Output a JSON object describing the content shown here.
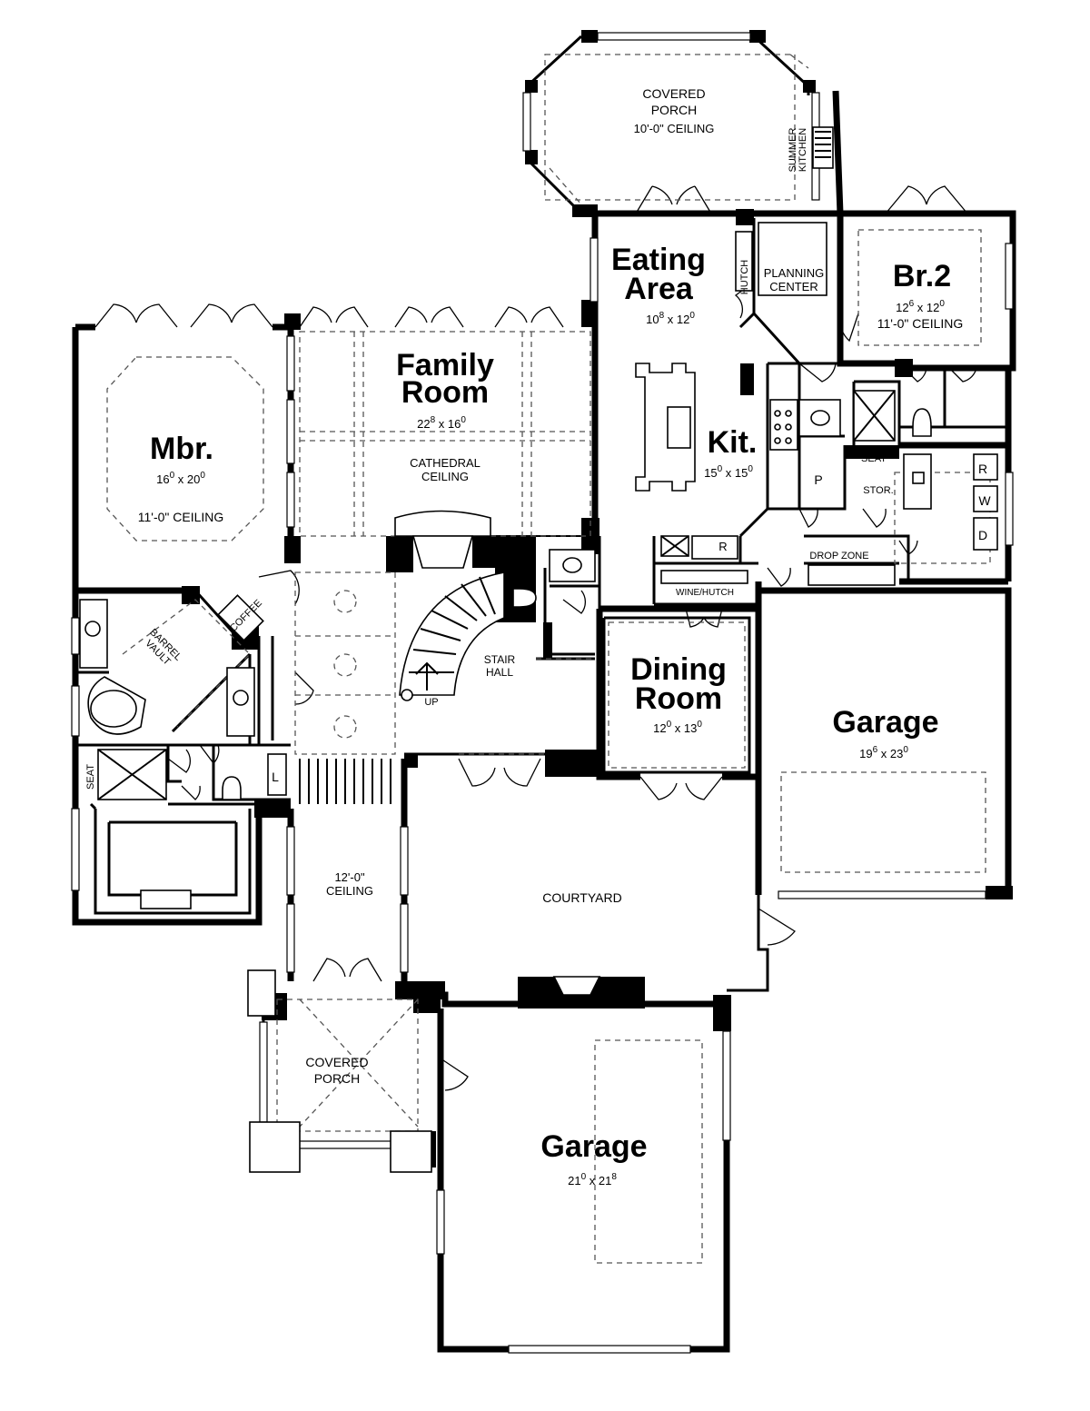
{
  "rooms": {
    "covered_porch_top": {
      "name": "COVERED\nPORCH",
      "note": "10'-0\" CEILING"
    },
    "summer_kitchen": {
      "name": "SUMMER\nKITCHEN"
    },
    "eating_area": {
      "name": "Eating\nArea",
      "dim_w": "10",
      "dim_w_sup": "8",
      "dim_h": "12",
      "dim_h_sup": "0"
    },
    "hutch": {
      "name": "HUTCH"
    },
    "planning_center": {
      "name": "PLANNING\nCENTER"
    },
    "br2": {
      "name": "Br.2",
      "dim_w": "12",
      "dim_w_sup": "6",
      "dim_h": "12",
      "dim_h_sup": "0",
      "note": "11'-0\" CEILING"
    },
    "family_room": {
      "name": "Family\nRoom",
      "dim_w": "22",
      "dim_w_sup": "8",
      "dim_h": "16",
      "dim_h_sup": "0",
      "note": "CATHEDRAL\nCEILING"
    },
    "mbr": {
      "name": "Mbr.",
      "dim_w": "16",
      "dim_w_sup": "0",
      "dim_h": "20",
      "dim_h_sup": "0",
      "note": "11'-0\" CEILING"
    },
    "kit": {
      "name": "Kit.",
      "dim_w": "15",
      "dim_w_sup": "0",
      "dim_h": "15",
      "dim_h_sup": "0"
    },
    "seat_bath": {
      "name": "SEAT"
    },
    "stor": {
      "name": "STOR."
    },
    "pantry": {
      "name": "P"
    },
    "laundry": {
      "r": "R",
      "w": "W",
      "d": "D"
    },
    "refrigerator": {
      "name": "R"
    },
    "drop_zone": {
      "name": "DROP ZONE"
    },
    "wine_hutch": {
      "name": "WINE/HUTCH"
    },
    "coffee": {
      "name": "COFFEE"
    },
    "barrel_vault": {
      "name": "BARREL\nVAULT"
    },
    "stair_hall": {
      "name": "STAIR\nHALL",
      "up": "UP"
    },
    "dining_room": {
      "name": "Dining\nRoom",
      "dim_w": "12",
      "dim_w_sup": "0",
      "dim_h": "13",
      "dim_h_sup": "0"
    },
    "garage_right": {
      "name": "Garage",
      "dim_w": "19",
      "dim_w_sup": "6",
      "dim_h": "23",
      "dim_h_sup": "0"
    },
    "seat_mbath": {
      "name": "SEAT"
    },
    "linen": {
      "name": "L"
    },
    "gallery": {
      "note": "12'-0\"\nCEILING"
    },
    "courtyard": {
      "name": "COURTYARD"
    },
    "covered_porch_bottom": {
      "name": "COVERED\nPORCH"
    },
    "garage_bottom": {
      "name": "Garage",
      "dim_w": "21",
      "dim_w_sup": "0",
      "dim_h": "21",
      "dim_h_sup": "8"
    }
  }
}
